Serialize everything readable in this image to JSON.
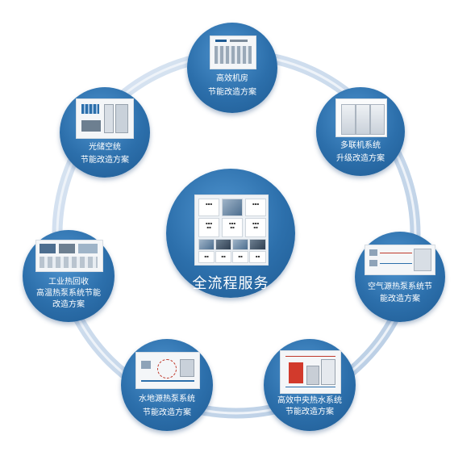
{
  "center": {
    "label": "全流程服务"
  },
  "nodes": [
    {
      "id": "top",
      "line1": "高效机房",
      "line2": "节能改造方案"
    },
    {
      "id": "multi",
      "line1": "多联机系统",
      "line2": "升级改造方案"
    },
    {
      "id": "air",
      "line1": "空气源热泵系统节",
      "line2": "能改造方案"
    },
    {
      "id": "central",
      "line1": "高效中央热水系统",
      "line2": "节能改造方案"
    },
    {
      "id": "water",
      "line1": "水地源热泵系统",
      "line2": "节能改造方案"
    },
    {
      "id": "industrial",
      "line1": "工业热回收",
      "line2": "高温热泵系统节能",
      "line3": "改造方案"
    },
    {
      "id": "solar",
      "line1": "光储空统",
      "line2": "节能改造方案"
    }
  ],
  "colors": {
    "ring": "#c9d9ec",
    "node_fill": "#2c6fab",
    "label": "#ffffff"
  }
}
